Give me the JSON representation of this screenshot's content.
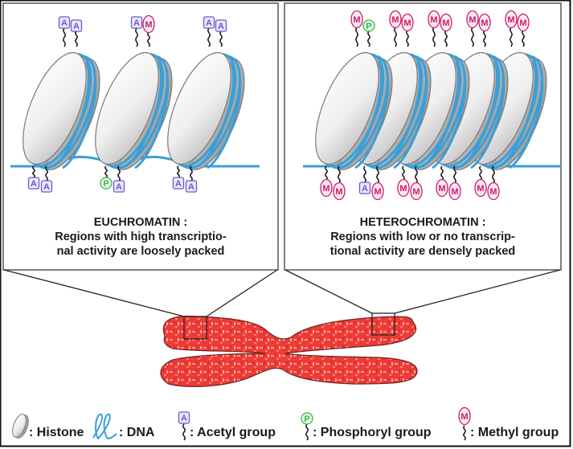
{
  "colors": {
    "dna": "#3a9fd8",
    "histone_edge": "#7a7a7a",
    "acetyl": "#6a5acd",
    "acetyl_fill": "#ece8fb",
    "phosphoryl": "#3bb54a",
    "phosphoryl_fill": "#e6f7e8",
    "methyl": "#d0166b",
    "methyl_fill": "#fdeef4",
    "chromosome": "#ee3b36",
    "chromosome_light": "#f7a29c"
  },
  "euchromatin": {
    "title": "EUCHROMATIN :",
    "line1": "Regions with high transcriptio-",
    "line2": "nal activity are loosely packed",
    "nucleosomes": [
      {
        "top": [
          "A",
          "A"
        ],
        "bottom": [
          "A",
          "A"
        ]
      },
      {
        "top": [
          "A",
          "M"
        ],
        "bottom": [
          "P",
          "A"
        ]
      },
      {
        "top": [
          "A",
          "A"
        ],
        "bottom": [
          "A",
          "A"
        ]
      }
    ]
  },
  "heterochromatin": {
    "title": "HETEROCHROMATIN :",
    "line1": "Regions with low or no transcrip-",
    "line2": "tional activity are densely packed",
    "nucleosomes": [
      {
        "top": [
          "M",
          "P"
        ],
        "bottom": [
          "M",
          "M"
        ]
      },
      {
        "top": [
          "M",
          "M"
        ],
        "bottom": [
          "A",
          "M"
        ]
      },
      {
        "top": [
          "M",
          "M"
        ],
        "bottom": [
          "M",
          "M"
        ]
      },
      {
        "top": [
          "M",
          "M"
        ],
        "bottom": [
          "M",
          "M"
        ]
      },
      {
        "top": [
          "M",
          "M"
        ],
        "bottom": [
          "M",
          "M"
        ]
      }
    ]
  },
  "legend": {
    "histone": ": Histone",
    "dna": ": DNA",
    "acetyl": ": Acetyl group",
    "acetyl_letter": "A",
    "phosphoryl": ": Phosphoryl group",
    "phosphoryl_letter": "P",
    "methyl": ": Methyl group",
    "methyl_letter": "M"
  }
}
